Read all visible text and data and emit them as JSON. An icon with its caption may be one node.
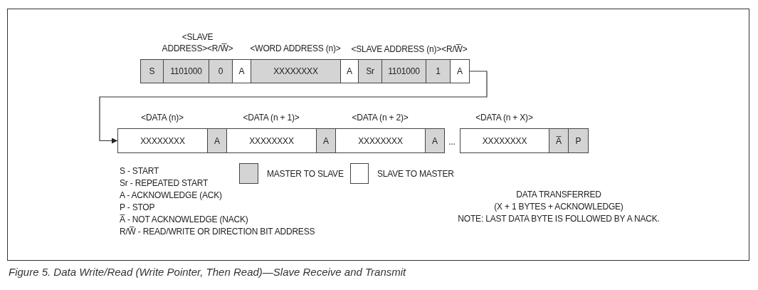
{
  "diagram": {
    "caption": "Figure 5. Data Write/Read (Write Pointer, Then Read)—Slave Receive and Transmit",
    "nodes": [
      {
        "text": [
          "S"
        ]
      },
      {
        "text": [
          "1101000"
        ]
      },
      {
        "text": [
          "0"
        ]
      },
      {
        "text": [
          "A"
        ]
      },
      {
        "text": [
          "XXXXXXXX"
        ],
        "beside": [
          "<WORD ADDRESS (n)>"
        ]
      },
      {
        "text": [
          "A"
        ]
      },
      {
        "text": [
          "Sr"
        ]
      },
      {
        "text": [
          "1101000"
        ]
      },
      {
        "text": [
          "1"
        ]
      },
      {
        "text": [
          "A"
        ]
      },
      {
        "text": [
          "XXXXXXXX"
        ],
        "beside": [
          "<DATA (n)>"
        ]
      },
      {
        "text": [
          "A"
        ]
      },
      {
        "text": [
          "XXXXXXXX"
        ],
        "beside": [
          "<DATA (n + 1)>"
        ]
      },
      {
        "text": [
          "A"
        ]
      },
      {
        "text": [
          "XXXXXXXX"
        ],
        "beside": [
          "<DATA (n + 2)>"
        ]
      },
      {
        "text": [
          "A"
        ]
      },
      {
        "text": [
          "XXXXXXXX"
        ],
        "beside": [
          "<DATA (n + X)>"
        ]
      },
      {
        "text": [
          "A̅"
        ]
      },
      {
        "text": [
          "P"
        ]
      }
    ],
    "edges": [
      {
        "from": 9,
        "to": 10,
        "arrow": "to"
      }
    ],
    "labels": [
      "<SLAVE ADDRESS><R/W̅>",
      "<SLAVE ADDRESS (n)><R/W̅>",
      "...",
      "S - START",
      "Sr - REPEATED START",
      "A - ACKNOWLEDGE (ACK)",
      "P - STOP",
      "A̅ - NOT ACKNOWLEDGE (NACK)",
      "R/W̅ - READ/WRITE OR DIRECTION BIT ADDRESS",
      "DATA TRANSFERRED",
      "(X + 1 BYTES + ACKNOWLEDGE)",
      "NOTE: LAST DATA BYTE IS FOLLOWED BY A NACK."
    ],
    "legend": [
      {
        "text": "MASTER TO SLAVE",
        "color": "#d4d4d4"
      },
      {
        "text": "SLAVE TO MASTER",
        "color": "#ffffff"
      }
    ]
  }
}
